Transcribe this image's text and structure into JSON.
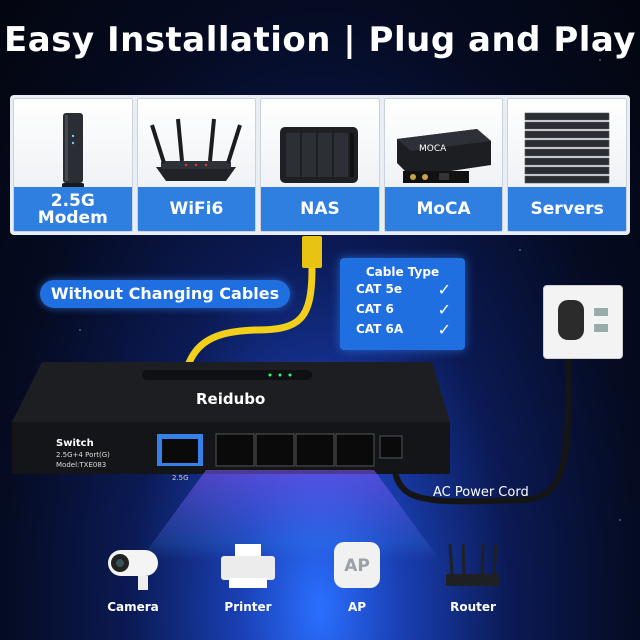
{
  "header": {
    "title": "Easy Installation | Plug and Play"
  },
  "devices": [
    {
      "icon": "modem-icon",
      "label_line1": "2.5G",
      "label_line2": "Modem"
    },
    {
      "icon": "router-icon",
      "label": "WiFi6"
    },
    {
      "icon": "nas-icon",
      "label": "NAS"
    },
    {
      "icon": "moca-adapter-icon",
      "label": "MoCA",
      "device_text": "MOCA"
    },
    {
      "icon": "server-rack-icon",
      "label": "Servers"
    }
  ],
  "callout": {
    "text": "Without Changing Cables"
  },
  "cable_type": {
    "heading": "Cable Type",
    "items": [
      {
        "name": "CAT 5e",
        "check": "✓"
      },
      {
        "name": "CAT 6",
        "check": "✓"
      },
      {
        "name": "CAT 6A",
        "check": "✓"
      }
    ]
  },
  "switch": {
    "brand": "Reidubo",
    "title": "Switch",
    "spec": "2.5G+4 Port(G)",
    "model": "Model:TXE083",
    "port_label": "2.5G"
  },
  "power": {
    "label": "AC Power Cord"
  },
  "endpoints": [
    {
      "icon": "camera-icon",
      "label": "Camera"
    },
    {
      "icon": "printer-icon",
      "label": "Printer"
    },
    {
      "icon": "access-point-icon",
      "label": "AP",
      "device_text": "AP"
    },
    {
      "icon": "router-icon",
      "label": "Router"
    }
  ],
  "colors": {
    "accent": "#1f6fe0",
    "background": "#050b22",
    "cable": "#f2cf1a"
  }
}
